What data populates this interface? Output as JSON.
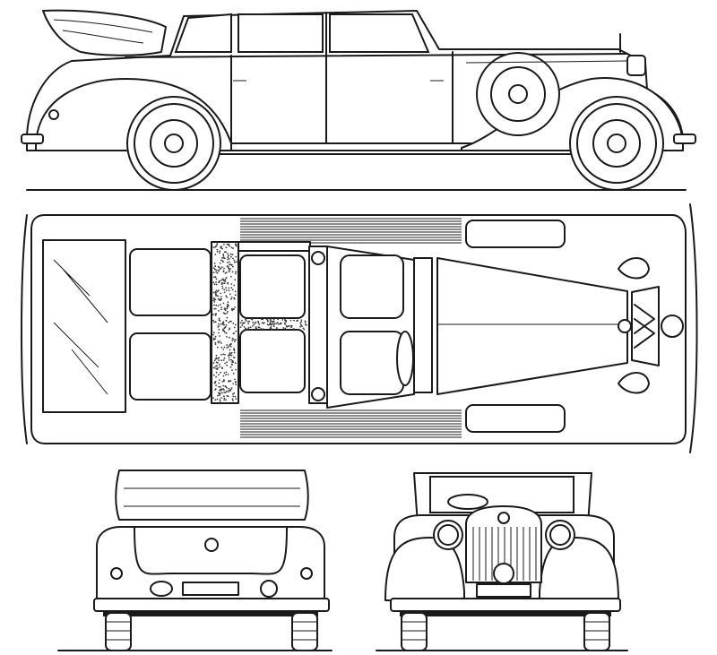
{
  "drawing": {
    "colors": {
      "ink": "#1a1a1a",
      "paper": "#ffffff"
    },
    "views": [
      "side-view",
      "top-view",
      "rear-view",
      "front-view"
    ]
  }
}
